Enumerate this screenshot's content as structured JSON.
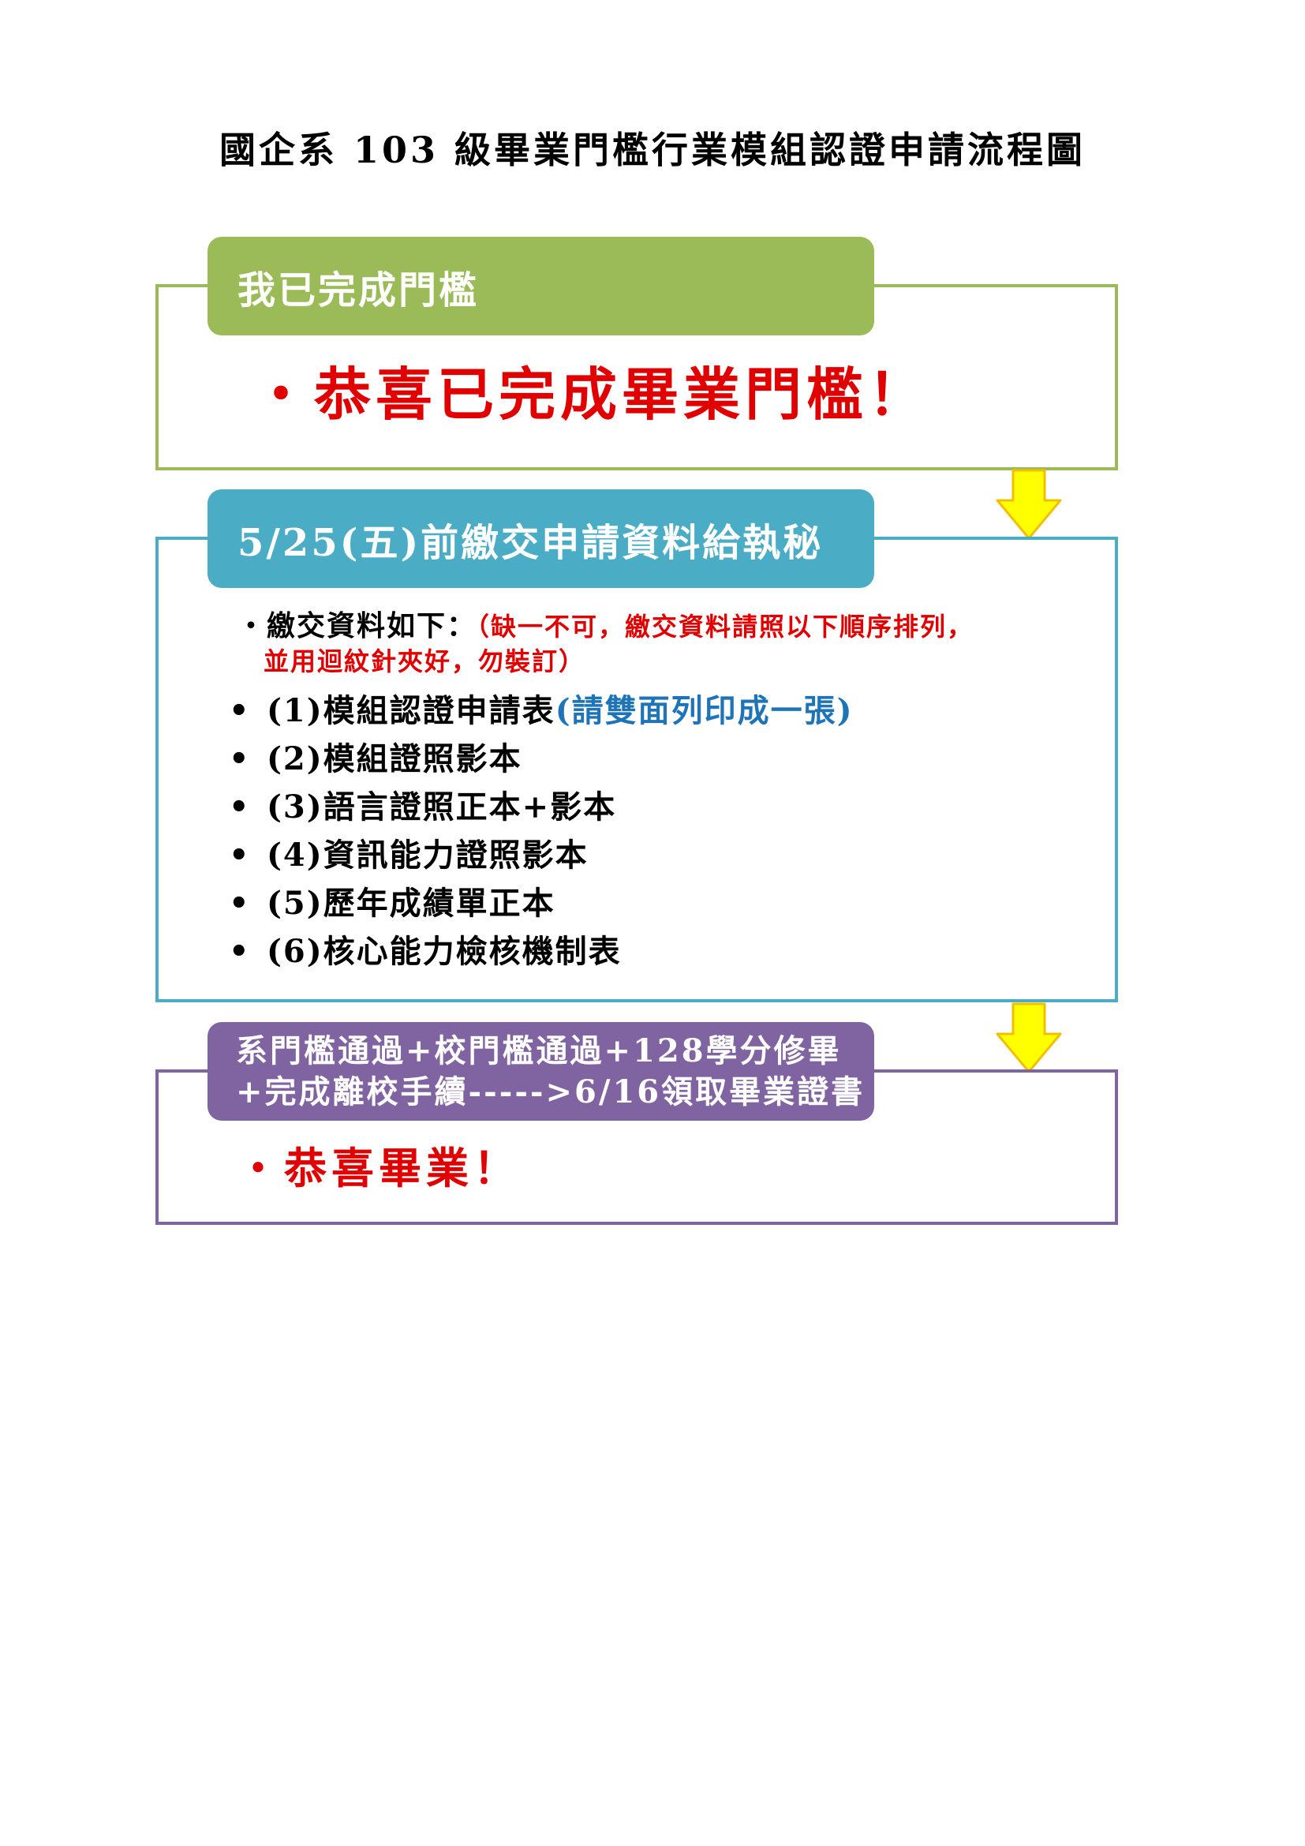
{
  "title": "國企系 103 級畢業門檻行業模組認證申請流程圖",
  "colors": {
    "step1": "#9bbb59",
    "step2": "#4bacc6",
    "step3": "#8064a2",
    "highlight_red": "#e00000",
    "highlight_blue": "#1f74b8",
    "arrow_fill": "#ffff00",
    "arrow_stroke": "#f0c000"
  },
  "steps": [
    {
      "header": "我已完成門檻",
      "body": "・恭喜已完成畢業門檻！"
    },
    {
      "header": "5/25(五)前繳交申請資料給執秘",
      "intro_label": "・繳交資料如下：",
      "intro_note_1": "（缺一不可，繳交資料請照以下順序排列，",
      "intro_note_2": "並用迴紋針夾好，勿裝訂）",
      "items": [
        {
          "text": "(1)模組認證申請表 ",
          "note": "(請雙面列印成一張)"
        },
        {
          "text": "(2)模組證照影本",
          "note": ""
        },
        {
          "text": "(3)語言證照正本+影本",
          "note": ""
        },
        {
          "text": "(4)資訊能力證照影本",
          "note": ""
        },
        {
          "text": "(5)歷年成績單正本",
          "note": ""
        },
        {
          "text": "(6)核心能力檢核機制表",
          "note": ""
        }
      ]
    },
    {
      "header_line_1": "系門檻通過+校門檻通過+128學分修畢",
      "header_line_2": "+完成離校手續----->6/16領取畢業證書",
      "body": "・恭喜畢業！"
    }
  ],
  "icons": {
    "bullet": "•",
    "arrow": "down-arrow-icon"
  }
}
